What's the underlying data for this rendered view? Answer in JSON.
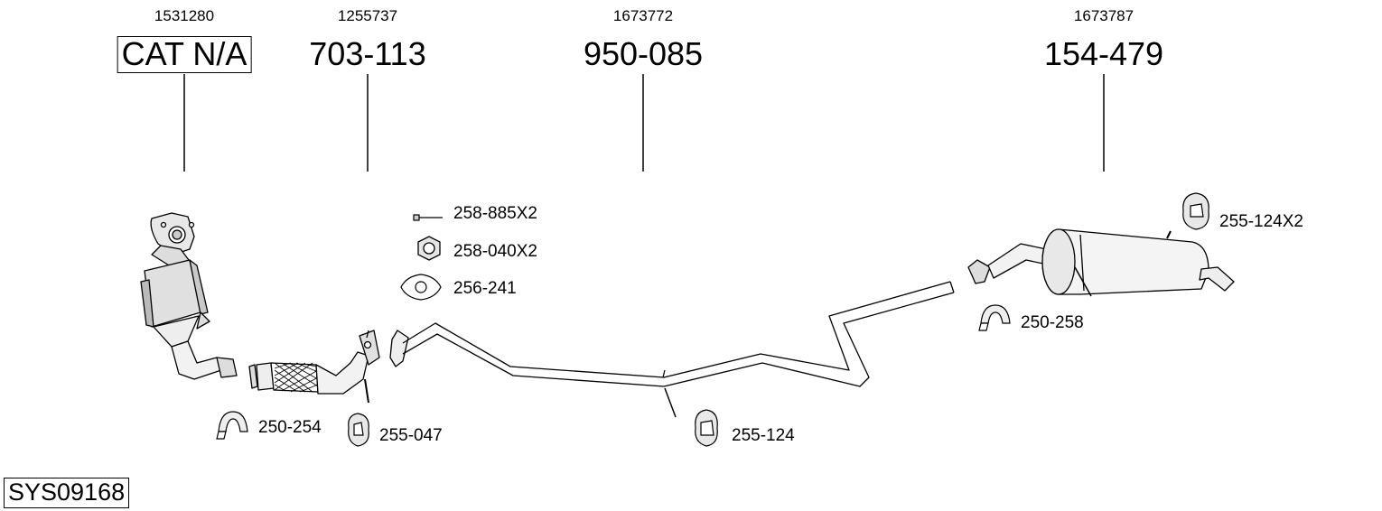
{
  "parts": [
    {
      "oe": "1531280",
      "number": "CAT N/A"
    },
    {
      "oe": "1255737",
      "number": "703-113"
    },
    {
      "oe": "1673772",
      "number": "950-085"
    },
    {
      "oe": "1673787",
      "number": "154-479"
    }
  ],
  "accessories": [
    {
      "code": "258-885X2",
      "icon": "bolt-icon"
    },
    {
      "code": "258-040X2",
      "icon": "nut-icon"
    },
    {
      "code": "256-241",
      "icon": "gasket-icon"
    },
    {
      "code": "250-254",
      "icon": "clamp-icon"
    },
    {
      "code": "255-047",
      "icon": "rubber-mount-icon"
    },
    {
      "code": "255-124",
      "icon": "rubber-mount-icon"
    },
    {
      "code": "250-258",
      "icon": "clamp-icon"
    },
    {
      "code": "255-124X2",
      "icon": "rubber-mount-icon"
    }
  ],
  "system_code": "SYS09168"
}
